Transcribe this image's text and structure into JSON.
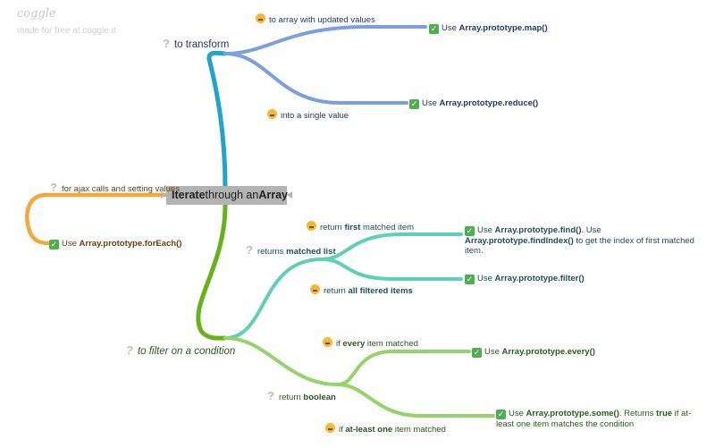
{
  "brand": {
    "name": "coggle",
    "tagline": "made for free at coggle.it"
  },
  "center": {
    "pre": "",
    "word1": "Iterate",
    "mid": " through an ",
    "word2": "Array"
  },
  "branches": {
    "transform": {
      "label": "to transform",
      "color": "#1ea5c9",
      "children": {
        "updated": {
          "label": "to array with updated values",
          "color": "#7aa0e0",
          "result_pre": "Use ",
          "result_code": "Array.prototype.map()"
        },
        "single": {
          "label": "into a single value",
          "color": "#7aa0e0",
          "result_pre": "Use ",
          "result_code": "Array.prototype.reduce()"
        }
      }
    },
    "ajax": {
      "label": "for ajax calls and setting values",
      "color": "#f2a93b",
      "result_pre": "Use ",
      "result_code": "Array.prototype.forEach()"
    },
    "filter": {
      "label": "to filter on a condition",
      "color": "#66b318",
      "matched": {
        "label_pre": "returns ",
        "label_bold": "matched list",
        "color": "#5ed0b8",
        "first": {
          "pre": "return ",
          "bold": "first",
          "post": " matched item",
          "r_pre": "Use ",
          "r_code1": "Array.prototype.find()",
          "r_mid": ". Use ",
          "r_code2": "Array.prototype.findIndex()",
          "r_post": " to get the index of first matched item."
        },
        "all": {
          "pre": "return ",
          "bold": "all filtered items",
          "r_pre": "Use ",
          "r_code": "Array.prototype.filter()"
        }
      },
      "boolean": {
        "label_pre": "return ",
        "label_bold": "boolean",
        "color": "#94d46a",
        "every": {
          "pre": "if ",
          "bold": "every",
          "post": " item matched",
          "r_pre": "Use ",
          "r_code": "Array.prototype.every()"
        },
        "some": {
          "pre": "if ",
          "bold": "at-least one",
          "post": " item matched",
          "r_pre": "Use ",
          "r_code": "Array.prototype.some()",
          "r_mid": ". Returns ",
          "r_bold": "true",
          "r_post": " if at-least one item matches the condition"
        }
      }
    }
  }
}
